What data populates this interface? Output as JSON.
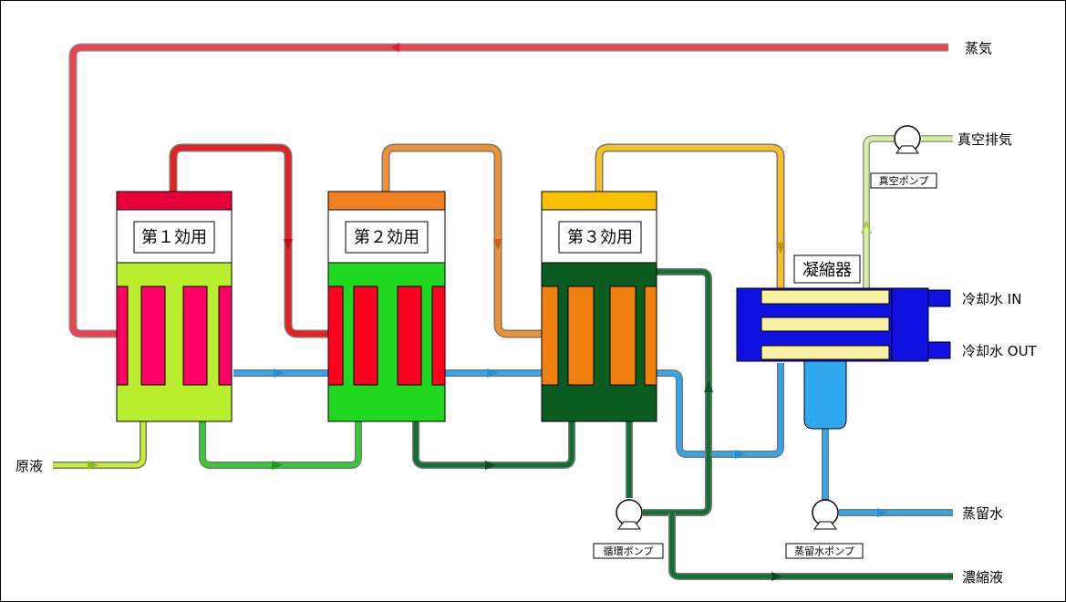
{
  "effects": [
    {
      "label": "第１効用",
      "top_color": "#e8003a",
      "body_color": "#b8f030",
      "tube_color": "#ff0066"
    },
    {
      "label": "第２効用",
      "top_color": "#f08020",
      "body_color": "#20d820",
      "tube_color": "#ff0020"
    },
    {
      "label": "第３効用",
      "top_color": "#f8c000",
      "body_color": "#0a5c20",
      "tube_color": "#f08010"
    }
  ],
  "condenser": {
    "label": "凝縮器"
  },
  "streams": {
    "steam": "蒸気",
    "vacuum_exhaust": "真空排気",
    "cooling_in": "冷却水 IN",
    "cooling_out": "冷却水 OUT",
    "distilled_water": "蒸留水",
    "concentrate": "濃縮液",
    "feed": "原液"
  },
  "pumps": {
    "vacuum": "真空ポンプ",
    "circulation": "循環ポンプ",
    "distillate": "蒸留水ポンプ"
  },
  "colors": {
    "steam": "#f04050",
    "vapor1": "#e82020",
    "vapor2": "#f09030",
    "vapor3": "#f8c020",
    "distillate": "#30a8f0",
    "vacuum": "#d8f0a0",
    "feed": "#c8f030",
    "liquid2": "#30d030",
    "liquid3": "#107030",
    "cooling": "#1010e0"
  }
}
